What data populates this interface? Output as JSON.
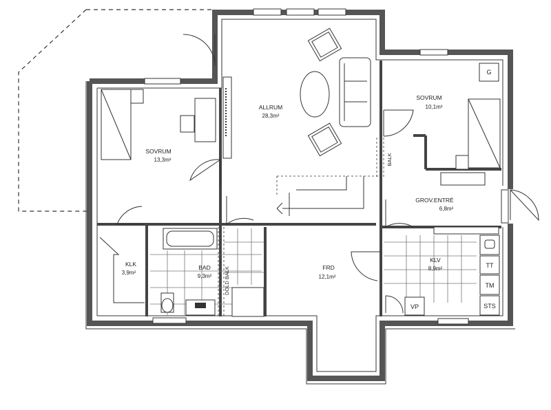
{
  "rooms": {
    "allrum": {
      "name": "ALLRUM",
      "area": "28,3m²"
    },
    "sovrum_left": {
      "name": "SOVRUM",
      "area": "13,3m²"
    },
    "sovrum_right": {
      "name": "SOVRUM",
      "area": "10,1m²"
    },
    "grov_entre": {
      "name": "GROV.ENTRÉ",
      "area": "6,8m²"
    },
    "klk": {
      "name": "KLK",
      "area": "3,9m²"
    },
    "bad": {
      "name": "BAD",
      "area": "9,3m²"
    },
    "frd": {
      "name": "FRD",
      "area": "12,1m²"
    },
    "klv": {
      "name": "KLV",
      "area": "8,9m²"
    }
  },
  "labels": {
    "balk_vertical": "BALK",
    "dold_balk": "DOLD BALK",
    "g": "G",
    "tt": "TT",
    "tm": "TM",
    "sts": "STS",
    "vp": "VP"
  }
}
